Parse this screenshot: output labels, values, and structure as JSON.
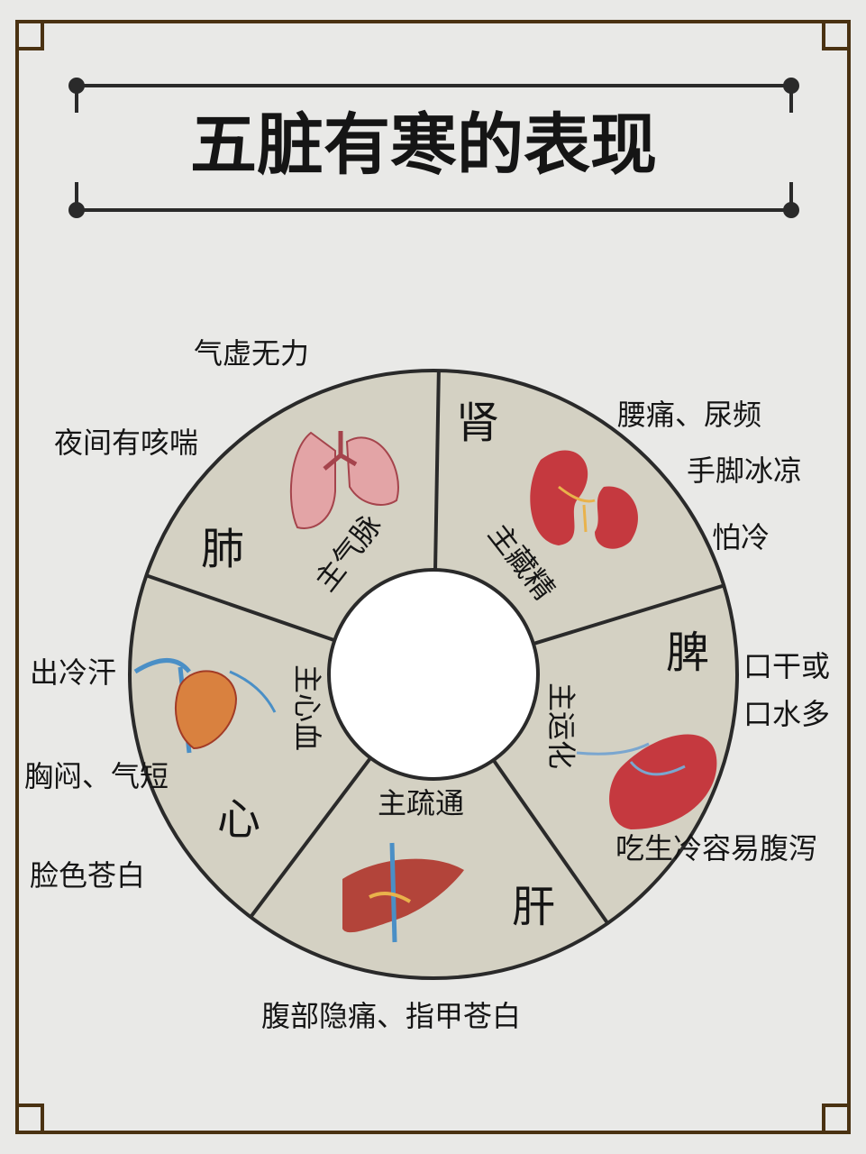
{
  "title": "五脏有寒的表现",
  "colors": {
    "background": "#e9e9e7",
    "frame": "#4a3212",
    "segment": "#d4d1c3",
    "outline": "#2a2a2a",
    "center": "#ffffff"
  },
  "segments": [
    {
      "organ": "肾",
      "function": "主藏精",
      "icon": "kidney-icon"
    },
    {
      "organ": "脾",
      "function": "主运化",
      "icon": "spleen-icon"
    },
    {
      "organ": "肝",
      "function": "主疏通",
      "icon": "liver-icon"
    },
    {
      "organ": "心",
      "function": "主心血",
      "icon": "heart-icon"
    },
    {
      "organ": "肺",
      "function": "主气脉",
      "icon": "lungs-icon"
    }
  ],
  "symptoms": {
    "lung": [
      "气虚无力",
      "夜间有咳喘"
    ],
    "kidney": [
      "腰痛、尿频",
      "手脚冰凉",
      "怕冷"
    ],
    "spleen": [
      "口干或",
      "口水多",
      "吃生冷容易腹泻"
    ],
    "heart": [
      "出冷汗",
      "胸闷、气短",
      "脸色苍白"
    ],
    "liver": [
      "腹部隐痛、指甲苍白"
    ]
  }
}
